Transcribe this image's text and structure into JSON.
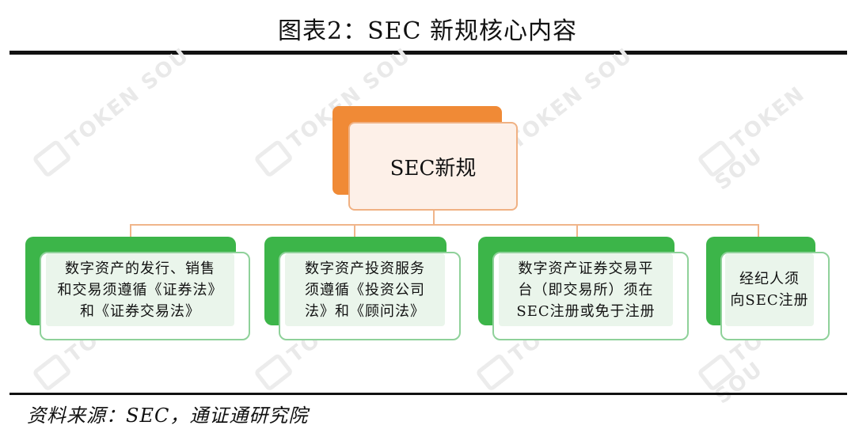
{
  "title": "图表2：SEC 新规核心内容",
  "watermark_text": "TOKEN SOU",
  "root": {
    "label": "SEC新规"
  },
  "children": [
    {
      "text": "数字资产的发行、销售\n和交易须遵循《证券法》\n和《证券交易法》"
    },
    {
      "text": "数字资产投资服务\n须遵循《投资公司\n法》和《顾问法》"
    },
    {
      "text": "数字资产证券交易平\n台（即交易所）须在\nSEC注册或免于注册"
    },
    {
      "text": "经纪人须\n向SEC注册"
    }
  ],
  "source": "资料来源：SEC，通证通研究院",
  "colors": {
    "root_accent": "#f08a36",
    "root_fill": "#fdf0e8",
    "child_accent": "#3cb549",
    "child_fill": "#eaf5eb",
    "connector": "#f0b58a"
  }
}
